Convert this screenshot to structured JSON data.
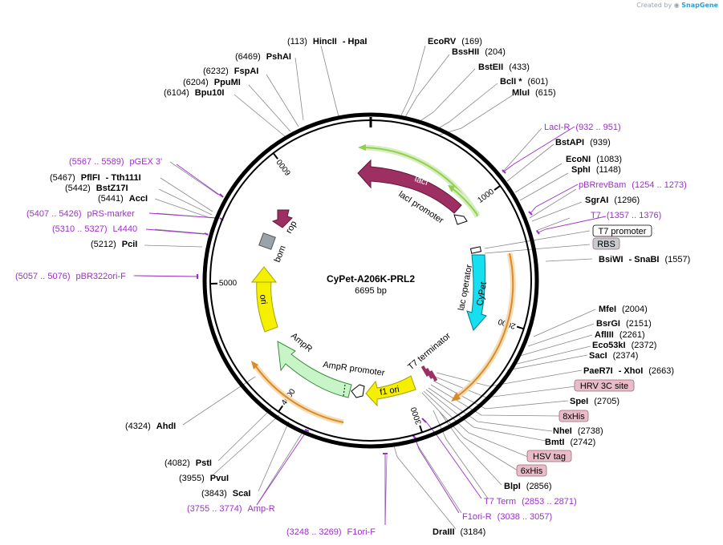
{
  "credit": {
    "prefix": "Created by",
    "brand": "SnapGene"
  },
  "plasmid": {
    "name": "CyPet-A206K-PRL2",
    "size_label": "6695 bp",
    "length": 6695
  },
  "ticks": [
    {
      "pos": 1000,
      "label": "1000"
    },
    {
      "pos": 2000,
      "label": "2000"
    },
    {
      "pos": 3000,
      "label": "3000"
    },
    {
      "pos": 4000,
      "label": "4000"
    },
    {
      "pos": 5000,
      "label": "5000"
    },
    {
      "pos": 6000,
      "label": "6000"
    }
  ],
  "features": [
    {
      "id": "lacI",
      "label": "lacI",
      "color": "#9e2f63",
      "label_color": "#ffffff"
    },
    {
      "id": "lacI-promoter",
      "label": "lacI promoter",
      "color": "#ffffff"
    },
    {
      "id": "lac-operator",
      "label": "lac operator",
      "color": "#ffffff"
    },
    {
      "id": "cypet",
      "label": "CyPet",
      "color": "#16e0f0"
    },
    {
      "id": "t7-terminator",
      "label": "T7 terminator",
      "color": "#9e2f63"
    },
    {
      "id": "f1-ori",
      "label": "f1 ori",
      "color": "#f5f000"
    },
    {
      "id": "ampr-promoter",
      "label": "AmpR promoter",
      "color": "#ffffff"
    },
    {
      "id": "ampr",
      "label": "AmpR",
      "color": "#c8f5c8"
    },
    {
      "id": "ori",
      "label": "ori",
      "color": "#f5f000"
    },
    {
      "id": "bom",
      "label": "bom",
      "color": "#9aa2aa"
    },
    {
      "id": "rop",
      "label": "rop",
      "color": "#9e2f63"
    }
  ],
  "colors": {
    "backbone": "#000000",
    "orf_green": "#8fd14f",
    "orf_orange": "#d98b2b",
    "primer": "#9b30c8"
  },
  "sites": [
    {
      "id": "hincii",
      "parts": [
        {
          "t": "(113)",
          "s": "n"
        },
        {
          "t": "HincII",
          "s": "b"
        },
        {
          "t": "- HpaI",
          "s": "b"
        }
      ]
    },
    {
      "id": "ecorv",
      "parts": [
        {
          "t": "EcoRV",
          "s": "b"
        },
        {
          "t": "(169)",
          "s": "n"
        }
      ]
    },
    {
      "id": "psh",
      "parts": [
        {
          "t": "(6469)",
          "s": "n"
        },
        {
          "t": "PshAI",
          "s": "b"
        }
      ]
    },
    {
      "id": "bsshii",
      "parts": [
        {
          "t": "BssHII",
          "s": "b"
        },
        {
          "t": "(204)",
          "s": "n"
        }
      ]
    },
    {
      "id": "fspai",
      "parts": [
        {
          "t": "(6232)",
          "s": "n"
        },
        {
          "t": "FspAI",
          "s": "b"
        }
      ]
    },
    {
      "id": "bsteii",
      "parts": [
        {
          "t": "BstEII",
          "s": "b"
        },
        {
          "t": "(433)",
          "s": "n"
        }
      ]
    },
    {
      "id": "ppumi",
      "parts": [
        {
          "t": "(6204)",
          "s": "n"
        },
        {
          "t": "PpuMI",
          "s": "b"
        }
      ]
    },
    {
      "id": "bcli",
      "parts": [
        {
          "t": "BclI *",
          "s": "b"
        },
        {
          "t": "(601)",
          "s": "n"
        }
      ]
    },
    {
      "id": "bpu10i",
      "parts": [
        {
          "t": "(6104)",
          "s": "n"
        },
        {
          "t": "Bpu10I",
          "s": "b"
        }
      ]
    },
    {
      "id": "mlui",
      "parts": [
        {
          "t": "MluI",
          "s": "b"
        },
        {
          "t": "(615)",
          "s": "n"
        }
      ]
    },
    {
      "id": "laci-r",
      "parts": [
        {
          "t": "LacI-R",
          "s": "p"
        },
        {
          "t": "(932 .. 951)",
          "s": "p"
        }
      ]
    },
    {
      "id": "bstapi",
      "parts": [
        {
          "t": "BstAPI",
          "s": "b"
        },
        {
          "t": "(939)",
          "s": "n"
        }
      ]
    },
    {
      "id": "pgex3",
      "parts": [
        {
          "t": "(5567 .. 5589)",
          "s": "p"
        },
        {
          "t": "pGEX 3'",
          "s": "p"
        }
      ]
    },
    {
      "id": "economi",
      "parts": [
        {
          "t": "EcoNI",
          "s": "b"
        },
        {
          "t": "(1083)",
          "s": "n"
        }
      ]
    },
    {
      "id": "pflfi",
      "parts": [
        {
          "t": "(5467)",
          "s": "n"
        },
        {
          "t": "PflFI",
          "s": "b"
        },
        {
          "t": "- Tth111I",
          "s": "b"
        }
      ]
    },
    {
      "id": "sphi",
      "parts": [
        {
          "t": "SphI",
          "s": "b"
        },
        {
          "t": "(1148)",
          "s": "n"
        }
      ]
    },
    {
      "id": "bstz17i",
      "parts": [
        {
          "t": "(5442)",
          "s": "n"
        },
        {
          "t": "BstZ17I",
          "s": "b"
        }
      ]
    },
    {
      "id": "pbrrevbam",
      "parts": [
        {
          "t": "pBRrevBam",
          "s": "p"
        },
        {
          "t": "(1254 .. 1273)",
          "s": "p"
        }
      ]
    },
    {
      "id": "acci",
      "parts": [
        {
          "t": "(5441)",
          "s": "n"
        },
        {
          "t": "AccI",
          "s": "b"
        }
      ]
    },
    {
      "id": "sgrai",
      "parts": [
        {
          "t": "SgrAI",
          "s": "b"
        },
        {
          "t": "(1296)",
          "s": "n"
        }
      ]
    },
    {
      "id": "prsmarker",
      "parts": [
        {
          "t": "(5407 .. 5426)",
          "s": "p"
        },
        {
          "t": "pRS-marker",
          "s": "p"
        }
      ]
    },
    {
      "id": "t7",
      "parts": [
        {
          "t": "T7",
          "s": "p"
        },
        {
          "t": "(1357 .. 1376)",
          "s": "p"
        }
      ]
    },
    {
      "id": "l4440",
      "parts": [
        {
          "t": "(5310 .. 5327)",
          "s": "p"
        },
        {
          "t": "L4440",
          "s": "p"
        }
      ]
    },
    {
      "id": "pcii",
      "parts": [
        {
          "t": "(5212)",
          "s": "n"
        },
        {
          "t": "PciI",
          "s": "b"
        }
      ]
    },
    {
      "id": "bsiwi",
      "parts": [
        {
          "t": "BsiWI",
          "s": "b"
        },
        {
          "t": "- SnaBI",
          "s": "b"
        },
        {
          "t": "(1557)",
          "s": "n"
        }
      ]
    },
    {
      "id": "pbr322ori",
      "parts": [
        {
          "t": "(5057 .. 5076)",
          "s": "p"
        },
        {
          "t": "pBR322ori-F",
          "s": "p"
        }
      ]
    },
    {
      "id": "mfei",
      "parts": [
        {
          "t": "MfeI",
          "s": "b"
        },
        {
          "t": "(2004)",
          "s": "n"
        }
      ]
    },
    {
      "id": "bsrgi",
      "parts": [
        {
          "t": "BsrGI",
          "s": "b"
        },
        {
          "t": "(2151)",
          "s": "n"
        }
      ]
    },
    {
      "id": "aflIII",
      "parts": [
        {
          "t": "AflIII",
          "s": "b"
        },
        {
          "t": "(2261)",
          "s": "n"
        }
      ]
    },
    {
      "id": "eco53ki",
      "parts": [
        {
          "t": "Eco53kI",
          "s": "b"
        },
        {
          "t": "(2372)",
          "s": "n"
        }
      ]
    },
    {
      "id": "saci",
      "parts": [
        {
          "t": "SacI",
          "s": "b"
        },
        {
          "t": "(2374)",
          "s": "n"
        }
      ]
    },
    {
      "id": "paer7i",
      "parts": [
        {
          "t": "PaeR7I",
          "s": "b"
        },
        {
          "t": "- XhoI",
          "s": "b"
        },
        {
          "t": "(2663)",
          "s": "n"
        }
      ]
    },
    {
      "id": "spei",
      "parts": [
        {
          "t": "SpeI",
          "s": "b"
        },
        {
          "t": "(2705)",
          "s": "n"
        }
      ]
    },
    {
      "id": "nhei",
      "parts": [
        {
          "t": "NheI",
          "s": "b"
        },
        {
          "t": "(2738)",
          "s": "n"
        }
      ]
    },
    {
      "id": "bmti",
      "parts": [
        {
          "t": "BmtI",
          "s": "b"
        },
        {
          "t": "(2742)",
          "s": "n"
        }
      ]
    },
    {
      "id": "ahdi",
      "parts": [
        {
          "t": "(4324)",
          "s": "n"
        },
        {
          "t": "AhdI",
          "s": "b"
        }
      ]
    },
    {
      "id": "blpi",
      "parts": [
        {
          "t": "BlpI",
          "s": "b"
        },
        {
          "t": "(2856)",
          "s": "n"
        }
      ]
    },
    {
      "id": "psti",
      "parts": [
        {
          "t": "(4082)",
          "s": "n"
        },
        {
          "t": "PstI",
          "s": "b"
        }
      ]
    },
    {
      "id": "t7term",
      "parts": [
        {
          "t": "T7 Term",
          "s": "p"
        },
        {
          "t": "(2853 .. 2871)",
          "s": "p"
        }
      ]
    },
    {
      "id": "pvui",
      "parts": [
        {
          "t": "(3955)",
          "s": "n"
        },
        {
          "t": "PvuI",
          "s": "b"
        }
      ]
    },
    {
      "id": "f1ori-r",
      "parts": [
        {
          "t": "F1ori-R",
          "s": "p"
        },
        {
          "t": "(3038 .. 3057)",
          "s": "p"
        }
      ]
    },
    {
      "id": "scai",
      "parts": [
        {
          "t": "(3843)",
          "s": "n"
        },
        {
          "t": "ScaI",
          "s": "b"
        }
      ]
    },
    {
      "id": "amp-r",
      "parts": [
        {
          "t": "(3755 .. 3774)",
          "s": "p"
        },
        {
          "t": "Amp-R",
          "s": "p"
        }
      ]
    },
    {
      "id": "f1ori-f",
      "parts": [
        {
          "t": "(3248 .. 3269)",
          "s": "p"
        },
        {
          "t": "F1ori-F",
          "s": "p"
        }
      ]
    },
    {
      "id": "draiii",
      "parts": [
        {
          "t": "DraIII",
          "s": "b"
        },
        {
          "t": "(3184)",
          "s": "n"
        }
      ]
    }
  ],
  "boxes": [
    {
      "id": "t7-promoter-box",
      "label": "T7 promoter",
      "fill": "#ffffff"
    },
    {
      "id": "rbs-box",
      "label": "RBS",
      "fill": "#c8ccd0"
    },
    {
      "id": "hrv3c-box",
      "label": "HRV 3C site",
      "fill": "#e8bcc8"
    },
    {
      "id": "8xhis-box",
      "label": "8xHis",
      "fill": "#e8bcc8"
    },
    {
      "id": "hsvtag-box",
      "label": "HSV tag",
      "fill": "#e8bcc8"
    },
    {
      "id": "6xhis-box",
      "label": "6xHis",
      "fill": "#e8bcc8"
    }
  ]
}
